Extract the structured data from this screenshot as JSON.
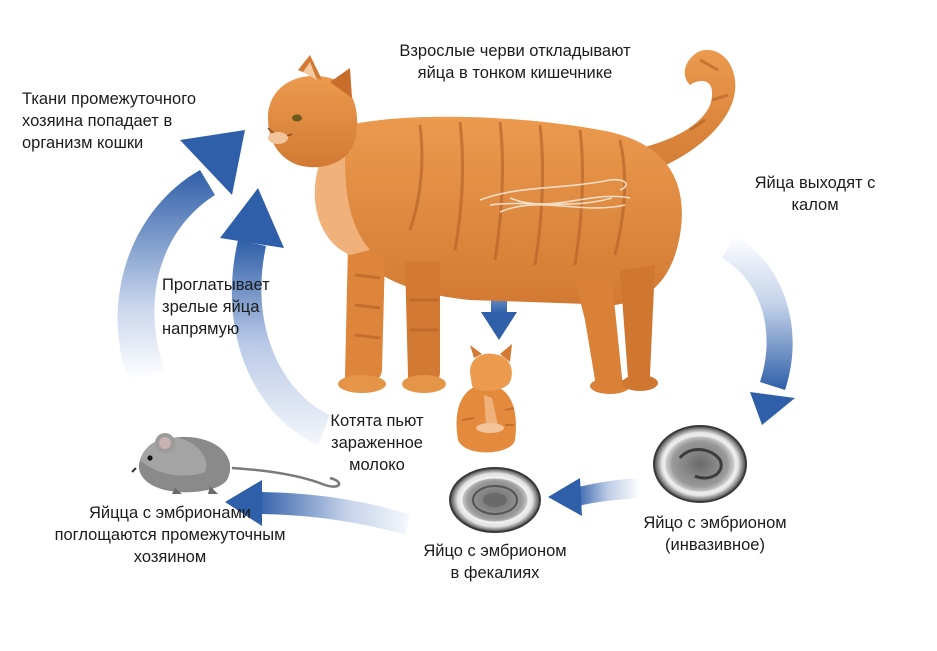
{
  "labels": {
    "adult_worms": "Взрослые черви откладывают\nяйца в тонком кишечнике",
    "tissues": "Ткани промежуточного\nхозяина попадает в\nорганизм кошки",
    "eggs_out": "Яйца выходят с\nкалом",
    "swallow": "Проглатывает\nзрелые яйца\nнапрямую",
    "kittens": "Котята пьют\nзараженное\nмолоко",
    "egg_invasive": "Яйцо с эмбрионом\n(инвазивное)",
    "egg_feces": "Яйцо с эмбрионом\nв фекалиях",
    "eggs_host": "Яйцца с эмбрионами\nпоглощаются промежуточным\nхозяином"
  },
  "colors": {
    "arrow_dark": "#2f5fa8",
    "arrow_light": "#e9eef7",
    "cat_fur": "#e0883c",
    "cat_stripe": "#b9652a",
    "mouse_fur": "#8a8a8a",
    "egg_shell": "#555555"
  },
  "icons": [
    "cat-illustration",
    "kitten-illustration",
    "mouse-illustration",
    "egg-invasive-icon",
    "egg-feces-icon"
  ]
}
